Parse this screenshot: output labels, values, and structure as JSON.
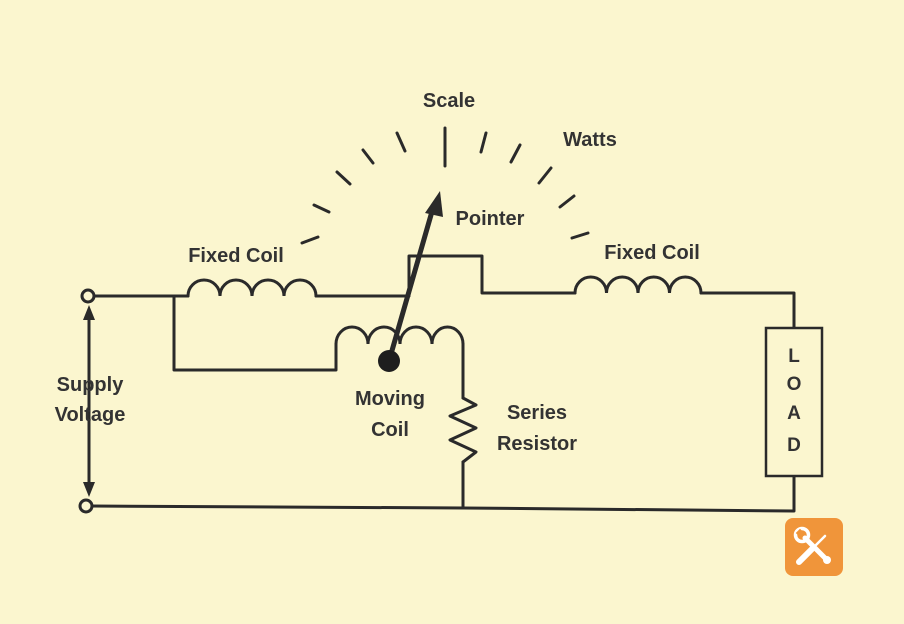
{
  "labels": {
    "scale": "Scale",
    "watts": "Watts",
    "pointer": "Pointer",
    "fixed_coil_left": "Fixed Coil",
    "fixed_coil_right": "Fixed Coil",
    "supply_line1": "Supply",
    "supply_line2": "Voltage",
    "moving_line1": "Moving",
    "moving_line2": "Coil",
    "series_line1": "Series",
    "series_line2": "Resistor",
    "load_letters": [
      "L",
      "O",
      "A",
      "D"
    ]
  },
  "logo": {
    "icon": "tools-icon",
    "color": "#f0953a"
  },
  "colors": {
    "background": "#fbf6cf",
    "ink": "#2a2a2a"
  }
}
